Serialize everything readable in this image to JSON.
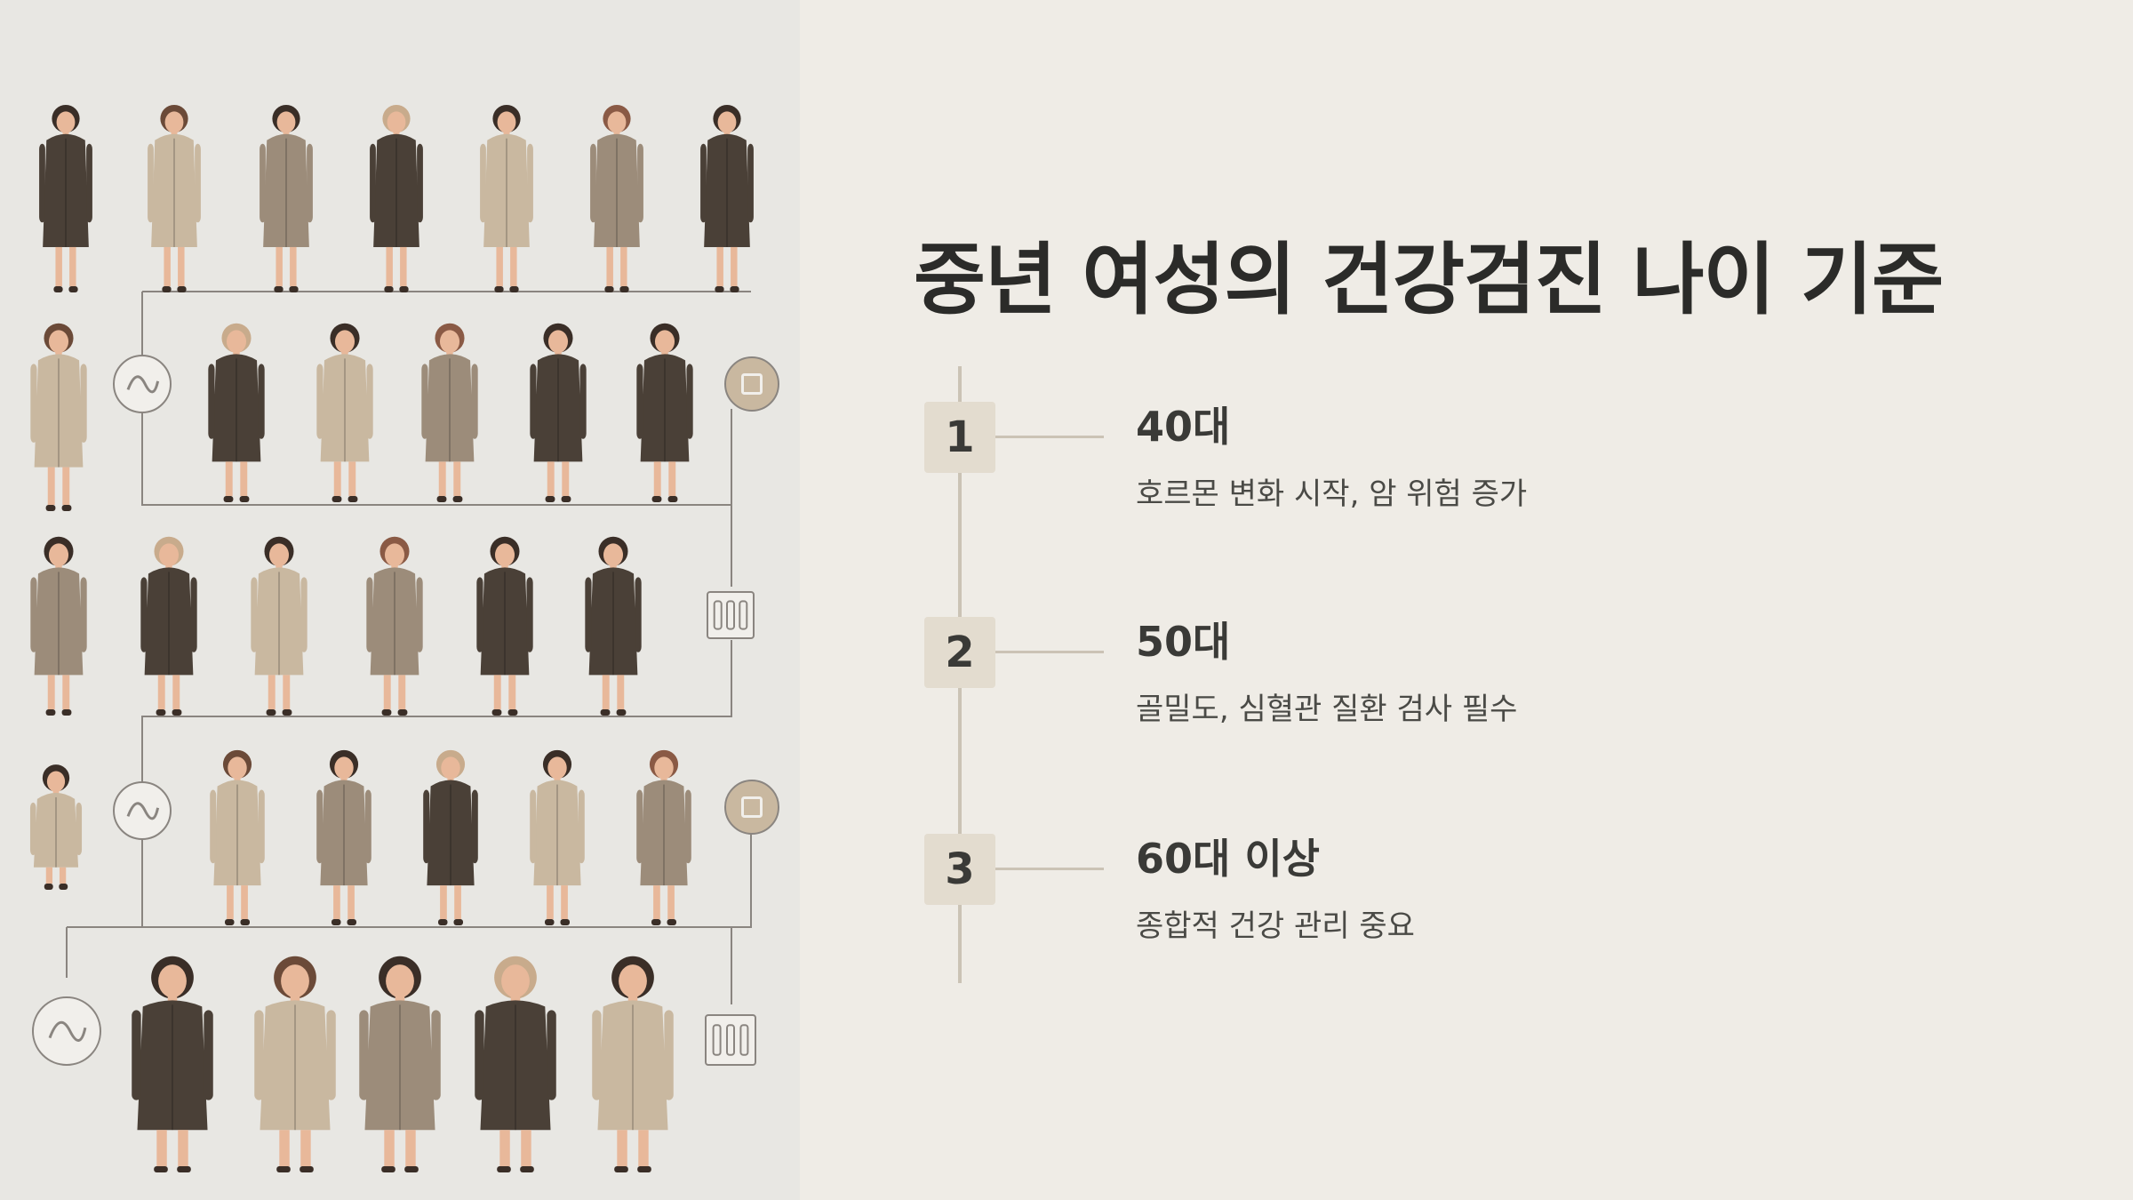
{
  "slide": {
    "title": "중년 여성의 건강검진 나이 기준"
  },
  "steps": [
    {
      "number": "1",
      "title": "40대",
      "description": "호르몬 변화 시작, 암 위험 증가"
    },
    {
      "number": "2",
      "title": "50대",
      "description": "골밀도, 심혈관 질환 검사 필수"
    },
    {
      "number": "3",
      "title": "60대 이상",
      "description": "종합적 건강 관리 중요"
    }
  ],
  "illustration": {
    "description_icons": [
      "heart-icon",
      "clock-icon",
      "test-tubes-icon",
      "stethoscope-icon",
      "document-icon",
      "pill-icon",
      "medical-monitor-icon"
    ],
    "colors": {
      "dark": "#4a4037",
      "tan": "#c9b8a0",
      "taupe": "#9c8c7a",
      "line": "#8a8580",
      "skin": "#e8b89a"
    }
  }
}
